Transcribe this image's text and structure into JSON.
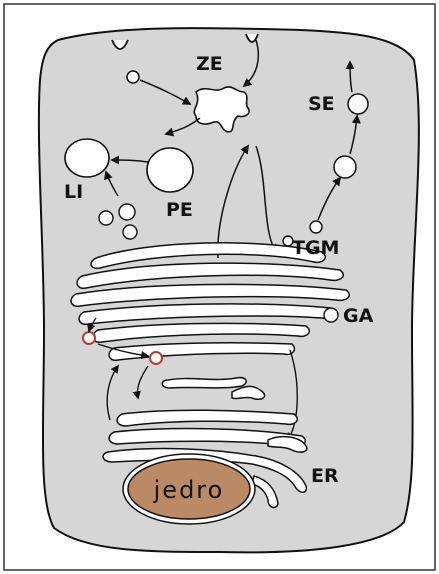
{
  "diagram": {
    "labels": {
      "ze": "ZE",
      "se": "SE",
      "li": "LI",
      "pe": "PE",
      "tgm": "TGM",
      "ga": "GA",
      "er": "ER",
      "nucleus": "jedro"
    },
    "colors": {
      "cell": "#d6d6d6",
      "outline": "#111111",
      "nucleus": "#b98a63",
      "highlight_vesicle": "#c0392b"
    }
  }
}
